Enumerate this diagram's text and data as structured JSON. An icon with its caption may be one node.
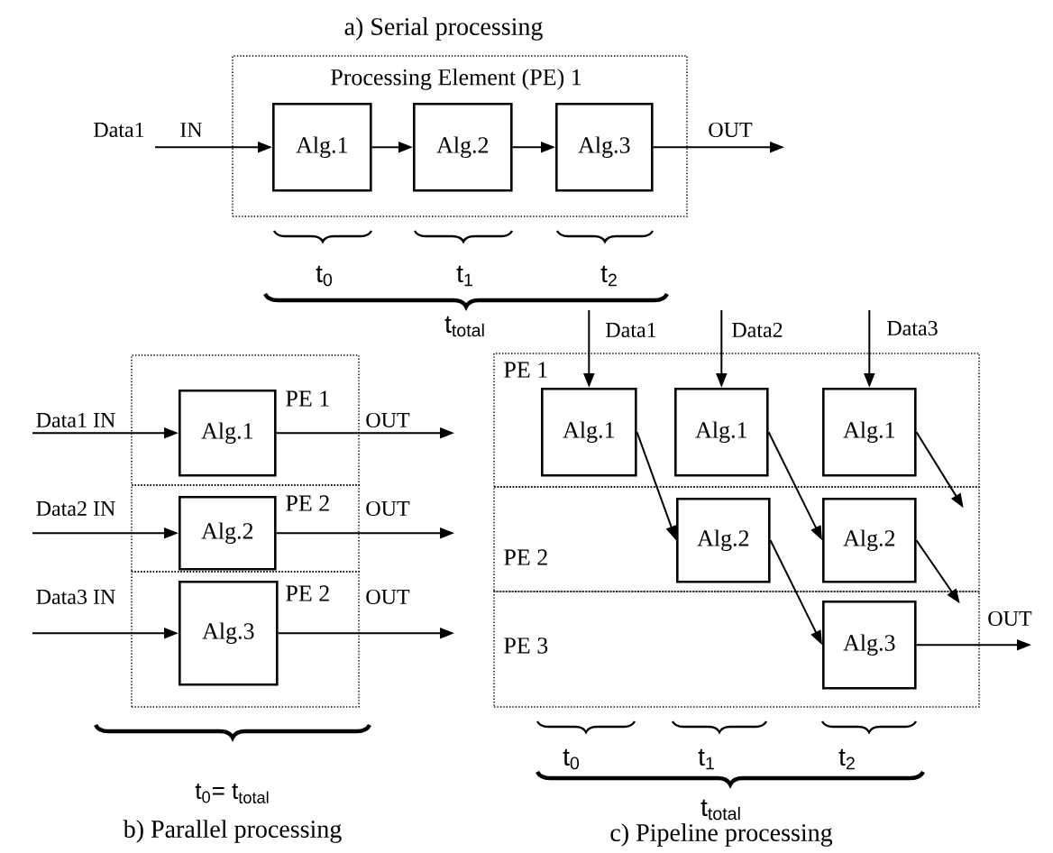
{
  "diagram": {
    "nodes": [
      {
        "text": [
          "Processing Element (PE) 1"
        ]
      },
      {
        "text": [
          "Alg.1"
        ],
        "in": 0
      },
      {
        "text": [
          "Alg.2"
        ],
        "in": 0
      },
      {
        "text": [
          "Alg.3"
        ],
        "in": 0
      },
      {
        "text": [
          "PE 1"
        ]
      },
      {
        "text": [
          "Alg.1"
        ],
        "in": 4
      },
      {
        "text": [
          "PE 2"
        ]
      },
      {
        "text": [
          "Alg.2"
        ],
        "in": 6
      },
      {
        "text": [
          "PE 2"
        ]
      },
      {
        "text": [
          "Alg.3"
        ],
        "in": 8
      },
      {
        "text": [
          "PE 1"
        ]
      },
      {
        "text": [
          "Alg.1"
        ],
        "in": 10
      },
      {
        "text": [
          "Alg.1"
        ],
        "in": 10
      },
      {
        "text": [
          "Alg.1"
        ],
        "in": 10
      },
      {
        "text": [
          "PE 2"
        ]
      },
      {
        "text": [
          "Alg.2"
        ],
        "in": 14
      },
      {
        "text": [
          "Alg.2"
        ],
        "in": 14
      },
      {
        "text": [
          "PE 3"
        ]
      },
      {
        "text": [
          "Alg.3"
        ],
        "in": 17
      }
    ],
    "edges": [
      {
        "from": null,
        "to": 1,
        "arrow": "to",
        "label": "IN"
      },
      {
        "from": 1,
        "to": 2,
        "arrow": "to"
      },
      {
        "from": 2,
        "to": 3,
        "arrow": "to"
      },
      {
        "from": 3,
        "to": null,
        "arrow": "to",
        "label": "OUT"
      },
      {
        "from": null,
        "to": 5,
        "arrow": "to",
        "label": "Data1 IN"
      },
      {
        "from": 5,
        "to": null,
        "arrow": "to",
        "label": "OUT"
      },
      {
        "from": null,
        "to": 7,
        "arrow": "to",
        "label": "Data2 IN"
      },
      {
        "from": 7,
        "to": null,
        "arrow": "to",
        "label": "OUT"
      },
      {
        "from": null,
        "to": 9,
        "arrow": "to",
        "label": "Data3 IN"
      },
      {
        "from": 9,
        "to": null,
        "arrow": "to",
        "label": "OUT"
      },
      {
        "from": null,
        "to": 11,
        "arrow": "to",
        "label": "Data1"
      },
      {
        "from": null,
        "to": 12,
        "arrow": "to",
        "label": "Data2"
      },
      {
        "from": null,
        "to": 13,
        "arrow": "to",
        "label": "Data3"
      },
      {
        "from": 11,
        "to": 15,
        "arrow": "to"
      },
      {
        "from": 12,
        "to": 16,
        "arrow": "to"
      },
      {
        "from": 13,
        "to": 14,
        "arrow": "to"
      },
      {
        "from": 15,
        "to": 18,
        "arrow": "to"
      },
      {
        "from": 16,
        "to": 17,
        "arrow": "to"
      },
      {
        "from": 18,
        "to": null,
        "arrow": "to",
        "label": "OUT"
      }
    ],
    "labels": [
      "a) Serial processing",
      "Data1",
      "t$_{0}$",
      "t$_{1}$",
      "t$_{2}$",
      "t$_{total}$",
      "t$_{0}$= t$_{total}$",
      "b) Parallel processing",
      "t$_{0}$",
      "t$_{1}$",
      "t$_{2}$",
      "t$_{total}$",
      "c) Pipeline processing"
    ]
  }
}
